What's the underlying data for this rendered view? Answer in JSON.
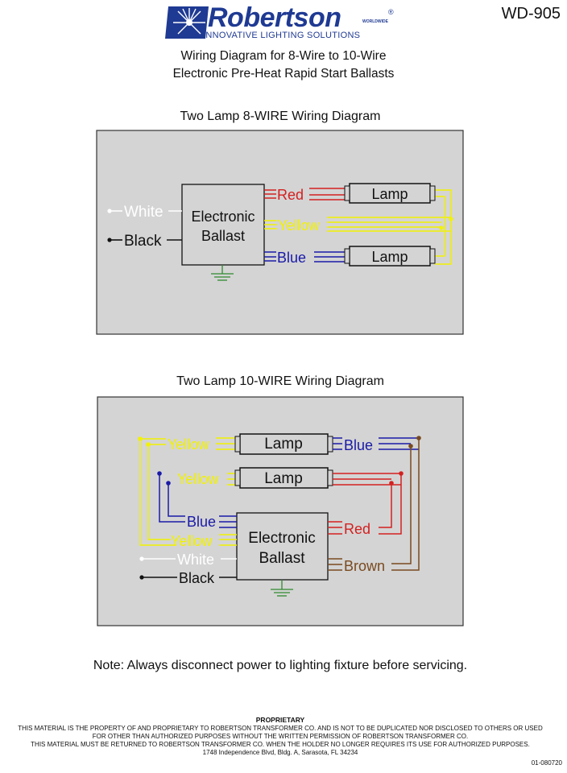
{
  "header": {
    "logo_word": "Robertson",
    "logo_worldwide": "WORLDWIDE",
    "logo_tagline": "INNOVATIVE LIGHTING SOLUTIONS",
    "doc_id": "WD-905",
    "title_line1": "Wiring Diagram for 8-Wire to 10-Wire",
    "title_line2": "Electronic Pre-Heat Rapid Start Ballasts"
  },
  "diagram_8wire": {
    "title": "Two Lamp 8-WIRE Wiring Diagram",
    "ballast_line1": "Electronic",
    "ballast_line2": "Ballast",
    "lamp1": "Lamp",
    "lamp2": "Lamp",
    "wire_white": "White",
    "wire_black": "Black",
    "wire_red": "Red",
    "wire_yellow": "Yellow",
    "wire_blue": "Blue"
  },
  "diagram_10wire": {
    "title": "Two Lamp 10-WIRE Wiring Diagram",
    "ballast_line1": "Electronic",
    "ballast_line2": "Ballast",
    "lamp1": "Lamp",
    "lamp2": "Lamp",
    "wire_yellow_top": "Yellow",
    "wire_yellow_mid": "Yellow",
    "wire_blue_left": "Blue",
    "wire_yellow_low": "Yellow",
    "wire_white": "White",
    "wire_black": "Black",
    "wire_blue_right": "Blue",
    "wire_red": "Red",
    "wire_brown": "Brown"
  },
  "colors": {
    "panel": "#d4d4d4",
    "red": "#d42020",
    "yellow": "#f2f200",
    "blue": "#1a1aa8",
    "brown": "#7a4a20",
    "white_wire": "#ffffff",
    "black_wire": "#111111",
    "ground": "#2e8b2e",
    "logo_blue": "#1f3a93"
  },
  "footer": {
    "note": "Note: Always disconnect power to lighting fixture before servicing.",
    "proprietary_heading": "PROPRIETARY",
    "line1": "THIS MATERIAL IS THE PROPERTY OF AND PROPRIETARY TO ROBERTSON TRANSFORMER CO. AND IS NOT TO BE DUPLICATED NOR DISCLOSED TO OTHERS OR USED",
    "line2": "FOR OTHER THAN AUTHORIZED PURPOSES WITHOUT THE WRITTEN PERMISSION OF ROBERTSON TRANSFORMER CO.",
    "line3": "THIS MATERIAL MUST BE RETURNED TO ROBERTSON TRANSFORMER CO. WHEN THE HOLDER NO LONGER REQUIRES ITS USE FOR AUTHORIZED PURPOSES.",
    "line4": "1748 Independence Blvd, Bldg. A, Sarasota, FL 34234",
    "doc_code": "01-080720"
  }
}
